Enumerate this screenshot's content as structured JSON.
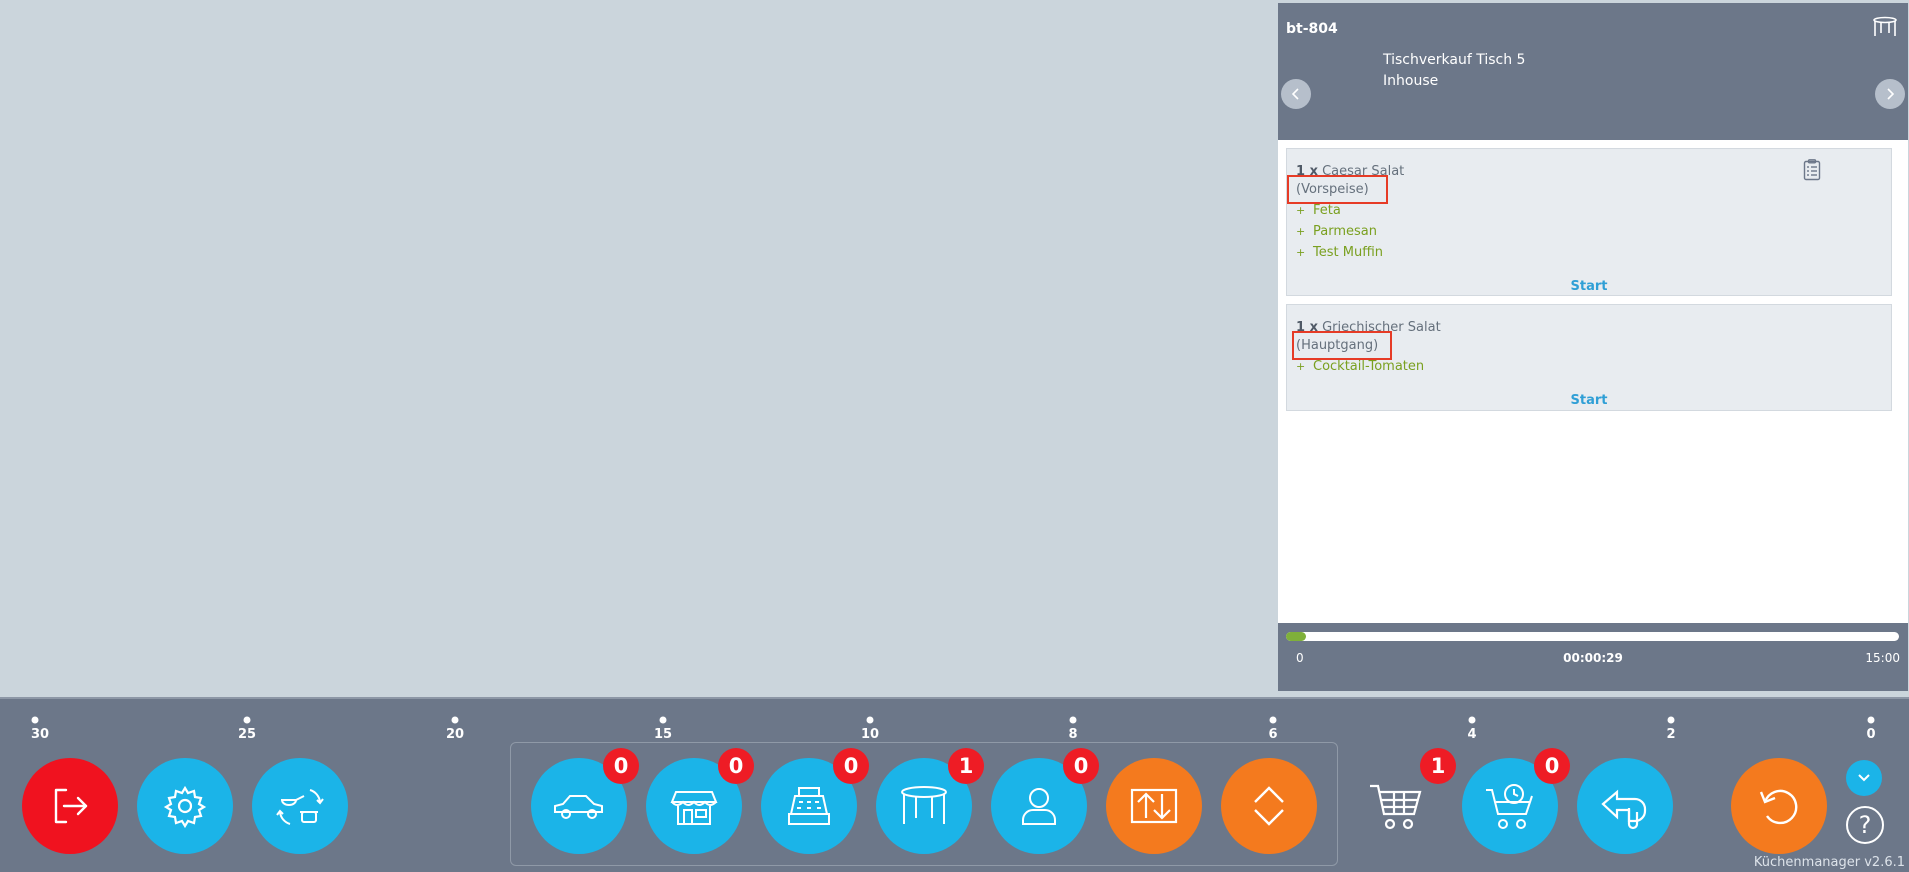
{
  "order": {
    "id": "bt-804",
    "title": "Tischverkauf Tisch 5",
    "subtitle": "Inhouse",
    "items": [
      {
        "qty": "1 x",
        "name": "Caesar Salat",
        "course": "(Vorspeise)",
        "modifiers": [
          "Feta",
          "Parmesan",
          "Test Muffin"
        ],
        "action": "Start"
      },
      {
        "qty": "1 x",
        "name": "Griechischer Salat",
        "course": "(Hauptgang)",
        "modifiers": [
          "Cocktail-Tomaten"
        ],
        "action": "Start"
      }
    ],
    "timer": {
      "start": "0",
      "elapsed": "00:00:29",
      "end": "15:00",
      "progress_fraction": 0.032
    }
  },
  "timeline": {
    "ticks": [
      "30",
      "25",
      "20",
      "15",
      "10",
      "8",
      "6",
      "4",
      "2",
      "0"
    ]
  },
  "toolbar": {
    "badges": {
      "delivery": "0",
      "store": "0",
      "cashier": "0",
      "table": "1",
      "customer": "0",
      "cart": "1",
      "cart_special": "0"
    },
    "icons": {
      "logout": "logout-icon",
      "settings": "gear-icon",
      "cooking": "cooking-swap-icon",
      "delivery": "car-icon",
      "store": "store-icon",
      "cashier": "cash-register-icon",
      "table": "table-icon",
      "customer": "user-icon",
      "swap": "swap-icon",
      "expand": "expand-collapse-icon",
      "cart": "cart-icon",
      "cart_special": "cart-clock-icon",
      "back": "back-hand-icon",
      "refresh": "refresh-icon",
      "dropdown": "chevron-down-icon",
      "help": "help-icon"
    },
    "help_symbol": "?",
    "version": "Küchenmanager v2.6.1"
  },
  "colors": {
    "panel_header": "#6c7789",
    "accent_blue": "#1bb4e8",
    "accent_red": "#f0121f",
    "accent_orange": "#f47a1e",
    "modifier_green": "#7aa020",
    "highlight_box": "#e63b26"
  }
}
